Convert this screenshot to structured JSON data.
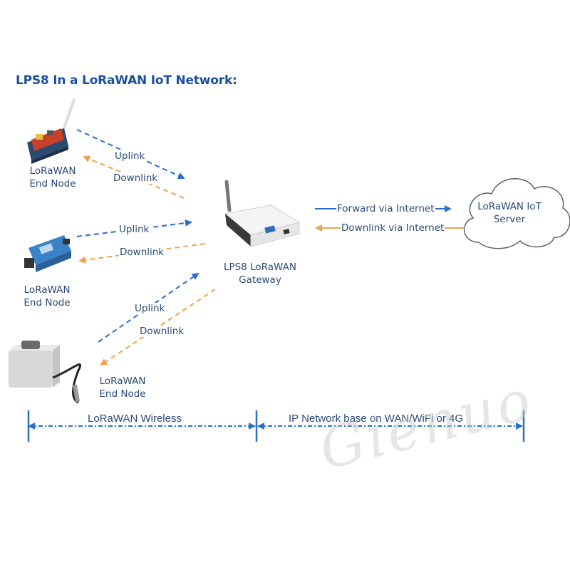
{
  "title": "LPS8 In a LoRaWAN IoT Network:",
  "nodes": [
    {
      "label": "LoRaWAN\nEnd Node"
    },
    {
      "label": "LoRaWAN\nEnd Node"
    },
    {
      "label": "LoRaWAN\nEnd Node"
    }
  ],
  "gateway": {
    "label": "LPS8 LoRaWAN\nGateway"
  },
  "server": {
    "label": "LoRaWAN IoT\nServer"
  },
  "links": {
    "uplink_1": "Uplink",
    "downlink_1": "Downlink",
    "uplink_2": "Uplink",
    "downlink_2": "Downlink",
    "uplink_3": "Uplink",
    "downlink_3": "Downlink",
    "forward": "Forward via Internet",
    "downlink_internet": "Downlink via Internet"
  },
  "spans": {
    "wireless": "LoRaWAN Wireless",
    "ip": "IP Network base on WAN/WiFi or 4G"
  },
  "watermark": "Gienuo",
  "colors": {
    "uplink": "#2a6fc9",
    "downlink": "#f0a050",
    "title": "#1a4f9c"
  }
}
